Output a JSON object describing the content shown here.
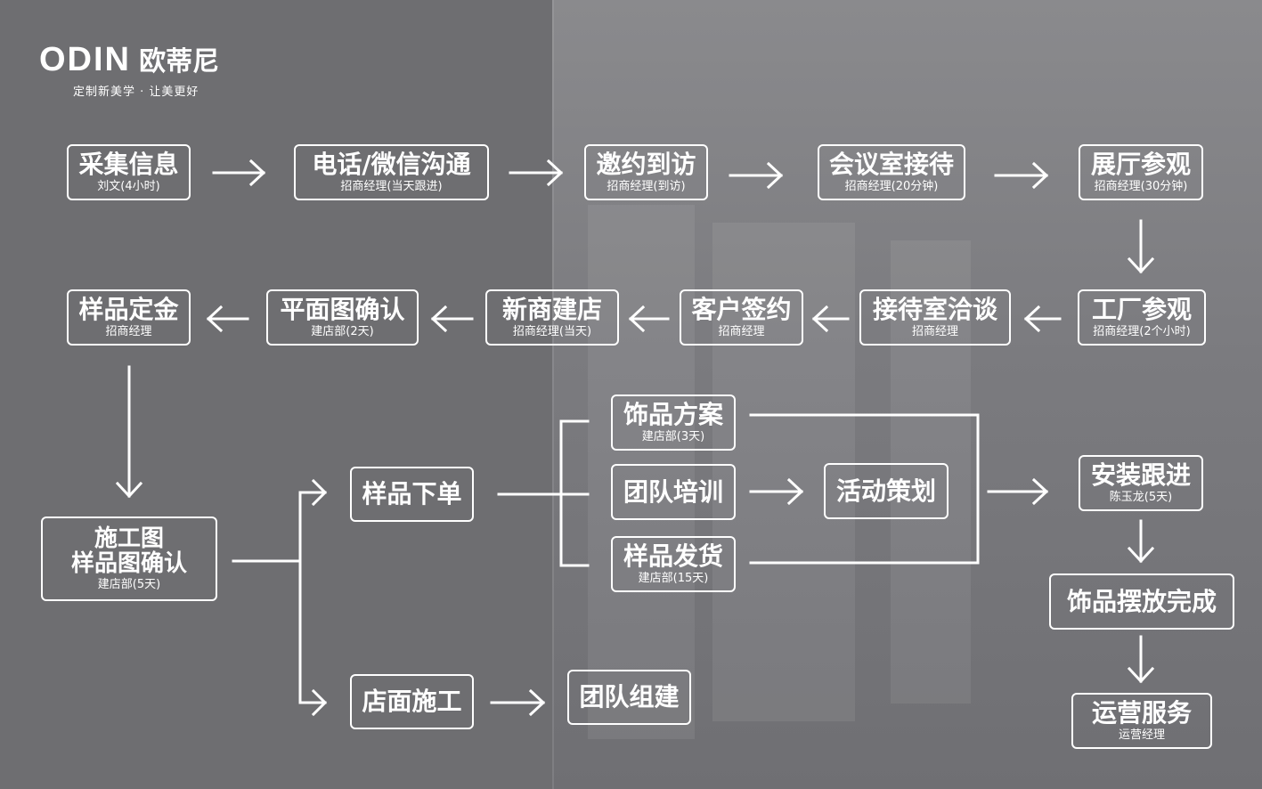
{
  "brand": {
    "logo_text": "ODIN",
    "logo_cn": "欧蒂尼",
    "slogan": "定制新美学 · 让美更好"
  },
  "nodes": {
    "collect": {
      "title": "采集信息",
      "sub": "刘文(4小时)"
    },
    "phone": {
      "title": "电话/微信沟通",
      "sub": "招商经理(当天跟进)"
    },
    "invite": {
      "title": "邀约到访",
      "sub": "招商经理(到访)"
    },
    "meeting": {
      "title": "会议室接待",
      "sub": "招商经理(20分钟)"
    },
    "showroom": {
      "title": "展厅参观",
      "sub": "招商经理(30分钟)"
    },
    "factory": {
      "title": "工厂参观",
      "sub": "招商经理(2个小时)"
    },
    "reception": {
      "title": "接待室洽谈",
      "sub": "招商经理"
    },
    "sign": {
      "title": "客户签约",
      "sub": "招商经理"
    },
    "newstore": {
      "title": "新商建店",
      "sub": "招商经理(当天)"
    },
    "floorplan": {
      "title": "平面图确认",
      "sub": "建店部(2天)"
    },
    "deposit": {
      "title": "样品定金",
      "sub": "招商经理"
    },
    "construction_drawing": {
      "title1": "施工图",
      "title2": "样品图确认",
      "sub": "建店部(5天)"
    },
    "sample_order": {
      "title": "样品下单"
    },
    "store_build": {
      "title": "店面施工"
    },
    "team_build": {
      "title": "团队组建"
    },
    "decor_plan": {
      "title": "饰品方案",
      "sub": "建店部(3天)"
    },
    "team_train": {
      "title": "团队培训"
    },
    "sample_ship": {
      "title": "样品发货",
      "sub": "建店部(15天)"
    },
    "activity": {
      "title": "活动策划"
    },
    "install": {
      "title": "安装跟进",
      "sub": "陈玉龙(5天)"
    },
    "decor_done": {
      "title": "饰品摆放完成"
    },
    "operation": {
      "title": "运营服务",
      "sub": "运营经理"
    }
  }
}
